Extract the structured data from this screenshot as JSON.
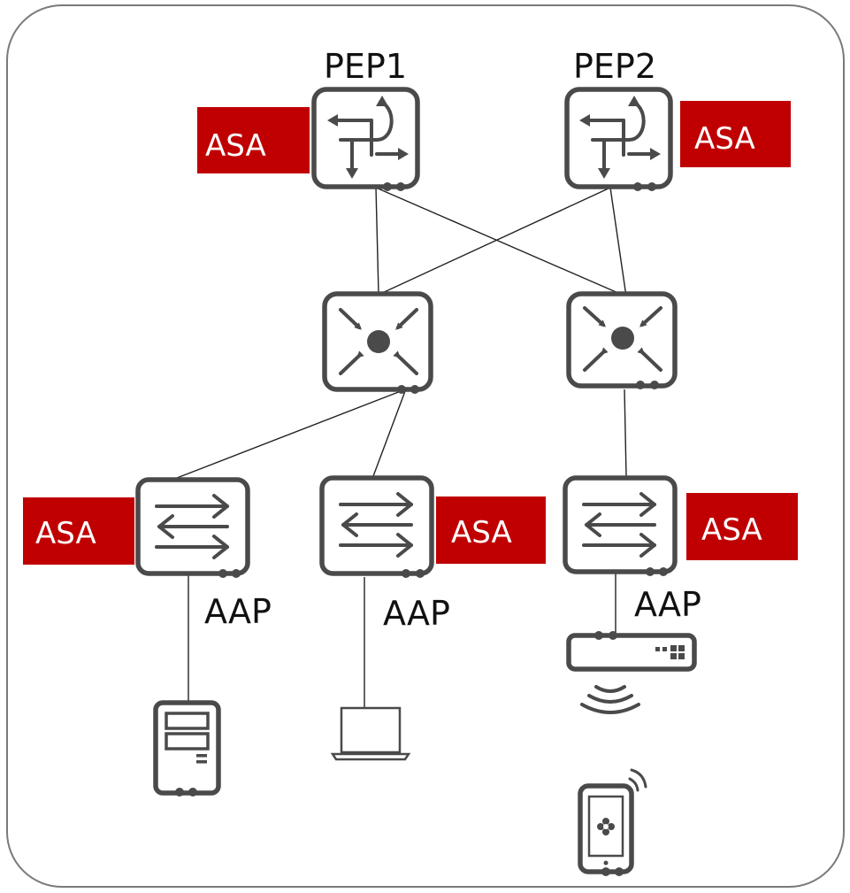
{
  "diagram": {
    "colors": {
      "asa_badge": "#c00000",
      "device_stroke": "#4a4a4a",
      "link": "#222222",
      "frame": "#7a7a7a"
    },
    "pep1": {
      "label": "PEP1",
      "icon": "router-icon"
    },
    "pep2": {
      "label": "PEP2",
      "icon": "router-icon"
    },
    "aggregation": [
      {
        "icon": "aggregation-switch-icon"
      },
      {
        "icon": "aggregation-switch-icon"
      }
    ],
    "access": [
      {
        "icon": "access-switch-icon",
        "badge": "ASA",
        "port_label": "AAP"
      },
      {
        "icon": "access-switch-icon",
        "badge": "ASA",
        "port_label": "AAP"
      },
      {
        "icon": "access-switch-icon",
        "badge": "ASA",
        "port_label": "AAP"
      }
    ],
    "badges": {
      "pep1": "ASA",
      "pep2": "ASA"
    },
    "endpoints": [
      {
        "icon": "server-icon"
      },
      {
        "icon": "laptop-icon"
      },
      {
        "icon": "wireless-access-point-icon"
      },
      {
        "icon": "smartphone-icon"
      }
    ]
  }
}
